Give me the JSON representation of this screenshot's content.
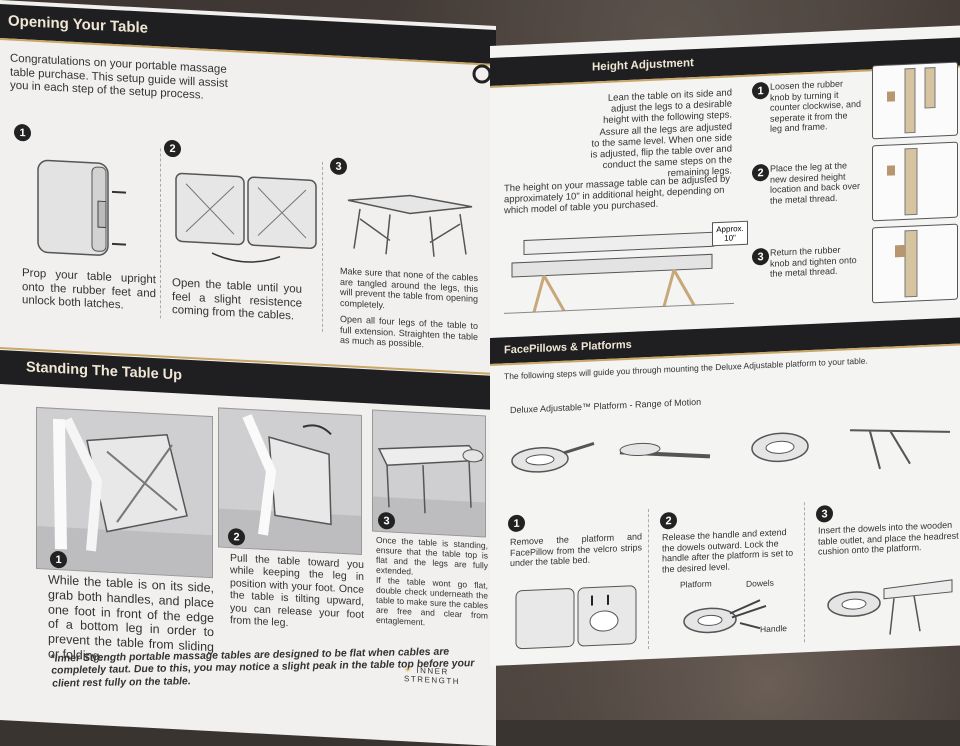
{
  "left_page": {
    "opening": {
      "title": "Opening Your Table",
      "intro": "Congratulations on your portable massage table purchase. This setup guide will assist you in each step of the setup process.",
      "steps": [
        {
          "n": "1",
          "text": "Prop your table upright onto the rubber feet and unlock both latches."
        },
        {
          "n": "2",
          "text": "Open the table until you feel a slight resistence coming from the cables."
        },
        {
          "n": "3",
          "text": "Make sure that none of the cables are tangled around the legs, this will prevent the table from opening completely.",
          "text2": "Open all four legs of the table to full extension. Straighten the table as much as possible."
        }
      ]
    },
    "standing": {
      "title": "Standing The Table Up",
      "steps": [
        {
          "n": "1",
          "text": "While the table is on its side, grab both handles, and place one foot in front of the edge of a bottom leg in order to prevent the table from sliding or folding."
        },
        {
          "n": "2",
          "text": "Pull the table toward you while keeping the leg in position with your foot. Once the table is tilting upward, you can release your foot from the leg."
        },
        {
          "n": "3",
          "text": "Once the table is standing, ensure that the table top is flat and the legs are fully extended.",
          "text2": "If the table wont go flat, double check underneath the table to make sure the cables are free and clear from entaglement."
        }
      ],
      "note": "*Inner Strength portable massage tables are designed to be flat when cables are completely taut. Due to this, you may notice a slight peak in the table top before your client rest fully on the table.",
      "brand": "INNER STRENGTH"
    }
  },
  "right_page": {
    "height": {
      "title": "Height Adjustment",
      "intro": "Lean the table on its side and adjust the legs to a desirable height with the following steps. Assure all the legs are adjusted to the same level. When one side is adjusted, flip the table over and conduct the same steps on the remaining legs.",
      "note": "The height on your massage table can be adjusted by approximately 10\" in additional height, depending on which model of table you purchased.",
      "approx": "Approx. 10\"",
      "steps": [
        {
          "n": "1",
          "text": "Loosen the rubber knob by turning it counter clockwise, and seperate it from the leg and frame."
        },
        {
          "n": "2",
          "text": "Place the leg at the new desired height location and back over the metal thread."
        },
        {
          "n": "3",
          "text": "Return the rubber knob and tighten onto the metal thread."
        }
      ]
    },
    "facepillows": {
      "title": "FacePillows & Platforms",
      "intro": "The following steps will guide you through mounting the Deluxe Adjustable platform to your table.",
      "range_label": "Deluxe Adjustable™ Platform - Range of Motion",
      "steps": [
        {
          "n": "1",
          "text": "Remove the platform and FacePillow from the velcro strips under the table bed."
        },
        {
          "n": "2",
          "text": "Release the handle and extend the dowels outward. Lock the handle after the platform is set to the desired level."
        },
        {
          "n": "3",
          "text": "Insert the dowels into the wooden table outlet, and place the headrest cushion onto the platform."
        }
      ],
      "labels": {
        "platform": "Platform",
        "dowels": "Dowels",
        "handle": "Handle"
      }
    }
  }
}
